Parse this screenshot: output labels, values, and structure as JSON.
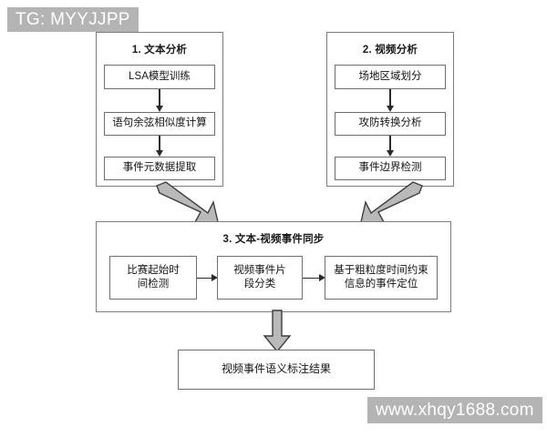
{
  "watermarks": {
    "top": "TG: MYYJJPP",
    "bottom": "www.xhqy1688.com"
  },
  "diagram": {
    "type": "flowchart",
    "groups": [
      {
        "id": "text-analysis",
        "title": "1. 文本分析",
        "nodes": [
          {
            "id": "lsa-model-training",
            "label": "LSA模型训练"
          },
          {
            "id": "sentence-cosine-similarity",
            "label": "语句余弦相似度计算"
          },
          {
            "id": "event-metadata-extraction",
            "label": "事件元数据提取"
          }
        ]
      },
      {
        "id": "video-analysis",
        "title": "2. 视频分析",
        "nodes": [
          {
            "id": "court-region-partition",
            "label": "场地区域划分"
          },
          {
            "id": "attack-defense-transition",
            "label": "攻防转换分析"
          },
          {
            "id": "event-boundary-detection",
            "label": "事件边界检测"
          }
        ]
      },
      {
        "id": "text-video-sync",
        "title": "3. 文本-视频事件同步",
        "nodes": [
          {
            "id": "match-start-time-detection",
            "label": "比赛起始时\n间检测"
          },
          {
            "id": "video-event-clip-classification",
            "label": "视频事件片\n段分类"
          },
          {
            "id": "coarse-time-constrained-localization",
            "label": "基于粗粒度时间约束\n信息的事件定位"
          }
        ]
      }
    ],
    "result": {
      "id": "video-event-semantic-annotation-result",
      "label": "视频事件语义标注结果"
    },
    "colors": {
      "background": "#ffffff",
      "box_border": "#6f6f6f",
      "group_border": "#7d7d7d",
      "connector": "#2a2a2a",
      "block_arrow_fill": "#b9b9b9",
      "block_arrow_stroke": "#3d3d3d",
      "watermark_background": "#b4b4b4",
      "watermark_text": "#ffffff"
    }
  }
}
